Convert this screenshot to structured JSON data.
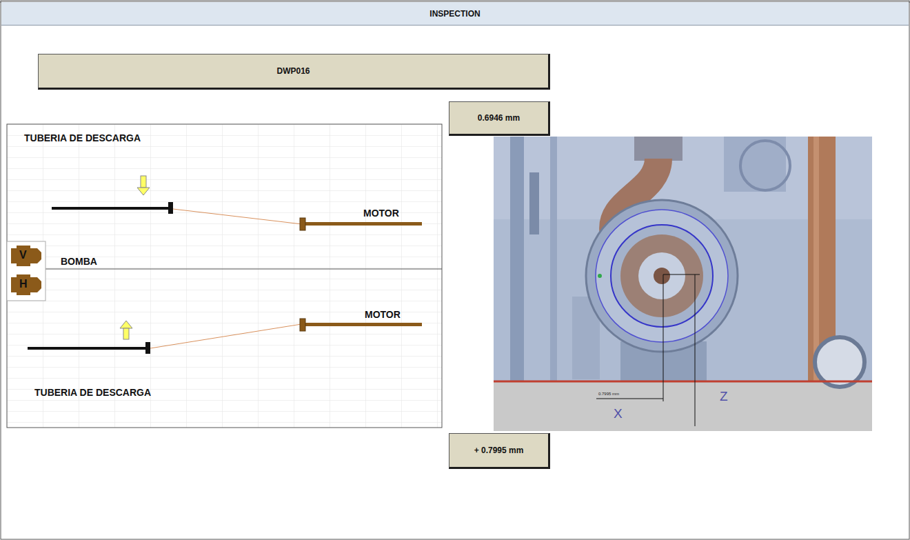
{
  "diagram": {
    "title": "INSPECTION",
    "nodes": [
      {
        "text": [
          "DWP016"
        ]
      },
      {
        "text": [
          "0.6946 mm"
        ]
      },
      {
        "text": [
          "+ 0.7995 mm"
        ]
      }
    ],
    "labels": [
      "TUBERIA DE DESCARGA",
      "MOTOR",
      "V",
      "H",
      "BOMBA",
      "MOTOR",
      "TUBERIA DE DESCARGA",
      "0.7995 mm",
      "X",
      "Z"
    ]
  }
}
